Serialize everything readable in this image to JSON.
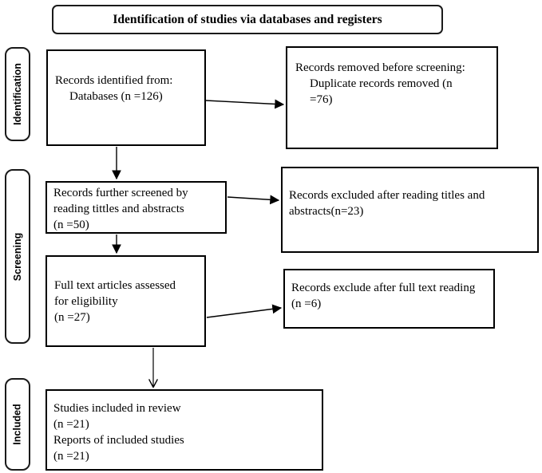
{
  "title": "Identification of studies via databases and registers",
  "stages": [
    {
      "label": "Identification"
    },
    {
      "label": "Screening"
    },
    {
      "label": "Included"
    }
  ],
  "boxes": {
    "records_identified": {
      "lines": [
        "Records identified from:",
        "Databases (n =126)"
      ]
    },
    "records_removed": {
      "lines": [
        "Records removed before screening:",
        "Duplicate records removed (n",
        "=76)"
      ]
    },
    "records_screened": {
      "lines": [
        "Records further screened by",
        "reading tittles and abstracts",
        "(n =50)"
      ]
    },
    "records_excluded_titles": {
      "lines": [
        "Records excluded after reading titles and",
        "abstracts(n=23)"
      ]
    },
    "fulltext_assessed": {
      "lines": [
        "Full text articles assessed",
        "for eligibility",
        "(n =27)"
      ]
    },
    "records_excluded_fulltext": {
      "lines": [
        "Records exclude after full text reading",
        "(n =6)"
      ]
    },
    "studies_included": {
      "lines": [
        "Studies included in review",
        "(n =21)",
        "Reports of included studies",
        "(n =21)"
      ]
    }
  },
  "colors": {
    "border": "#000000",
    "background": "#ffffff",
    "text": "#000000"
  }
}
